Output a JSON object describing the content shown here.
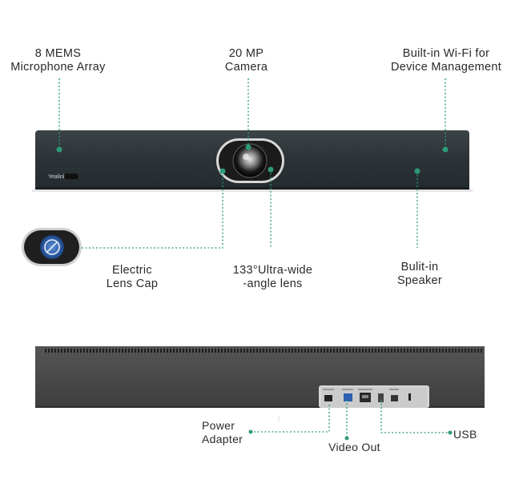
{
  "labels": {
    "mic_array": {
      "line1": "8 MEMS",
      "line2": "Microphone Array"
    },
    "camera": {
      "line1": "20 MP",
      "line2": "Camera"
    },
    "wifi": {
      "line1": "Built-in Wi-Fi for",
      "line2": "Device Management"
    },
    "lens_cap": {
      "line1": "Electric",
      "line2": "Lens Cap"
    },
    "lens": {
      "line1": "133°Ultra-wide",
      "line2": "-angle lens"
    },
    "speaker": {
      "line1": "Bulit-in",
      "line2": "Speaker"
    },
    "power": {
      "line1": "Power",
      "line2": "Adapter"
    },
    "video_out": "Video Out",
    "usb": "USB"
  },
  "brand_logo": "Yealink",
  "colors": {
    "accent": "#2e9a78",
    "device_body": "#2c3438",
    "device_back": "#4a4a4a",
    "lens_cap_blue": "#2f5fa8"
  }
}
